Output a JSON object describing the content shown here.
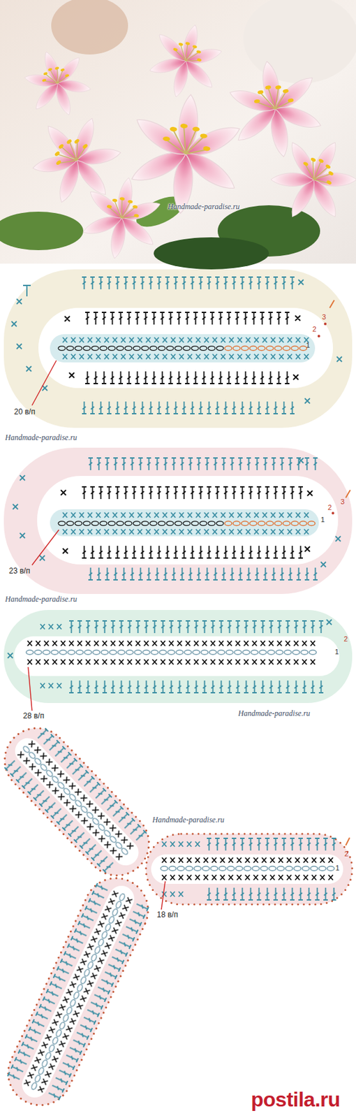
{
  "diagram": {
    "labels": [
      "Handmade-paradise.ru",
      "1",
      "2",
      "3",
      "20 в/п",
      "Handmade-paradise.ru",
      "1",
      "2",
      "3",
      "23 в/п",
      "Handmade-paradise.ru",
      "1",
      "2",
      "28 в/п",
      "Handmade-paradise.ru",
      "Handmade-paradise.ru",
      "1",
      "2",
      "18 в/п",
      "postila.ru"
    ]
  }
}
